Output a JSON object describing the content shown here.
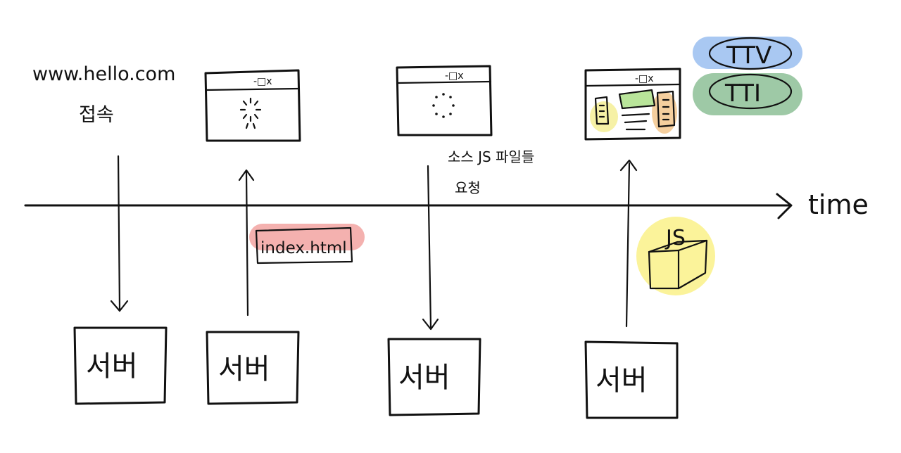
{
  "title": "",
  "url_text": "www.hello.com",
  "access_text": "접속",
  "index_label": "index.html",
  "request_line1": "소스 JS 파일들",
  "request_line2": "요청",
  "time_label": "time",
  "server_label": "서버",
  "window_controls": "-□x",
  "ttv_label": "TTV",
  "tti_label": "TTI",
  "js_label": "JS",
  "colors": {
    "ink": "#111111",
    "index_highlight": "#f2a3a1",
    "ttv_highlight": "#a9c8f2",
    "tti_highlight": "#9ec9a6",
    "js_highlight": "#fbf39a",
    "content_green": "#b9e59a",
    "content_yellow": "#f6f1a6",
    "content_orange": "#f5cf9e"
  },
  "icons": [
    "loading-spinner-icon",
    "javascript-bundle-box-icon",
    "browser-window-icon",
    "server-box-icon"
  ]
}
